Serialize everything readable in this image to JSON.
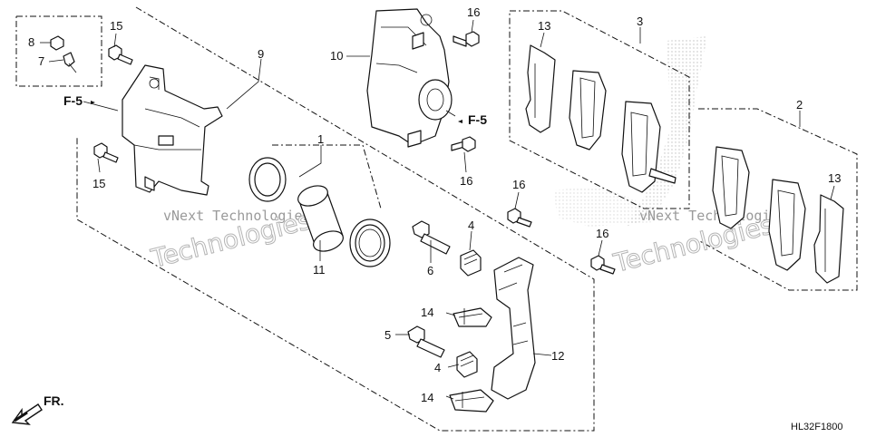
{
  "diagram_code": "HL32F1800",
  "direction_label": "FR.",
  "reference_label": "F-5",
  "watermarks": [
    "vNext Technologies",
    "Technologies"
  ],
  "callouts": {
    "c1": "1",
    "c2": "2",
    "c3": "3",
    "c4a": "4",
    "c4b": "4",
    "c5": "5",
    "c6": "6",
    "c7": "7",
    "c8": "8",
    "c9": "9",
    "c10": "10",
    "c11": "11",
    "c12": "12",
    "c13a": "13",
    "c13b": "13",
    "c14a": "14",
    "c14b": "14",
    "c15a": "15",
    "c15b": "15",
    "c16a": "16",
    "c16b": "16",
    "c16c": "16",
    "c16d": "16"
  },
  "colors": {
    "line": "#111111",
    "watermark": "#9a9a9a",
    "dots": "#b0b0b0"
  }
}
